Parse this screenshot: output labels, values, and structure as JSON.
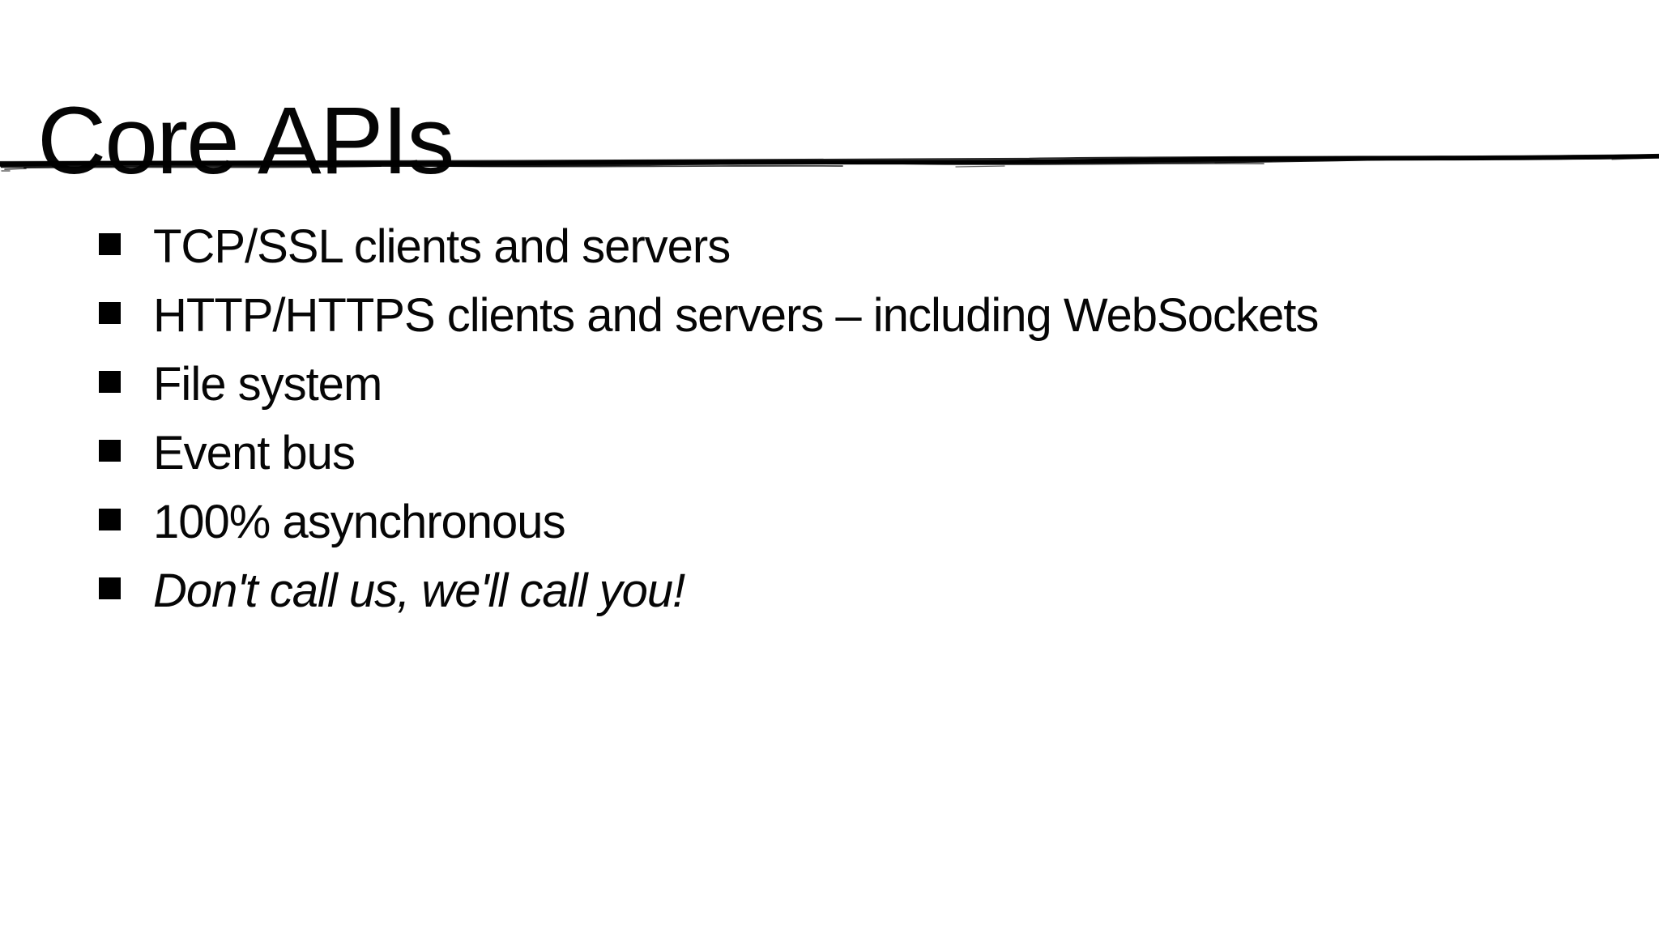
{
  "slide": {
    "title": "Core APIs",
    "divider": {
      "icon": "hand-drawn-horizontal-line",
      "color": "#000000"
    },
    "bullet_marker": "filled-square",
    "bullets": [
      {
        "text": "TCP/SSL clients and servers",
        "italic": false
      },
      {
        "text": "HTTP/HTTPS clients and servers – including WebSockets",
        "italic": false
      },
      {
        "text": "File system",
        "italic": false
      },
      {
        "text": "Event bus",
        "italic": false
      },
      {
        "text": "100% asynchronous",
        "italic": false
      },
      {
        "text": "Don't call us, we'll call you!",
        "italic": true
      }
    ],
    "colors": {
      "background": "#ffffff",
      "text": "#000000"
    }
  }
}
